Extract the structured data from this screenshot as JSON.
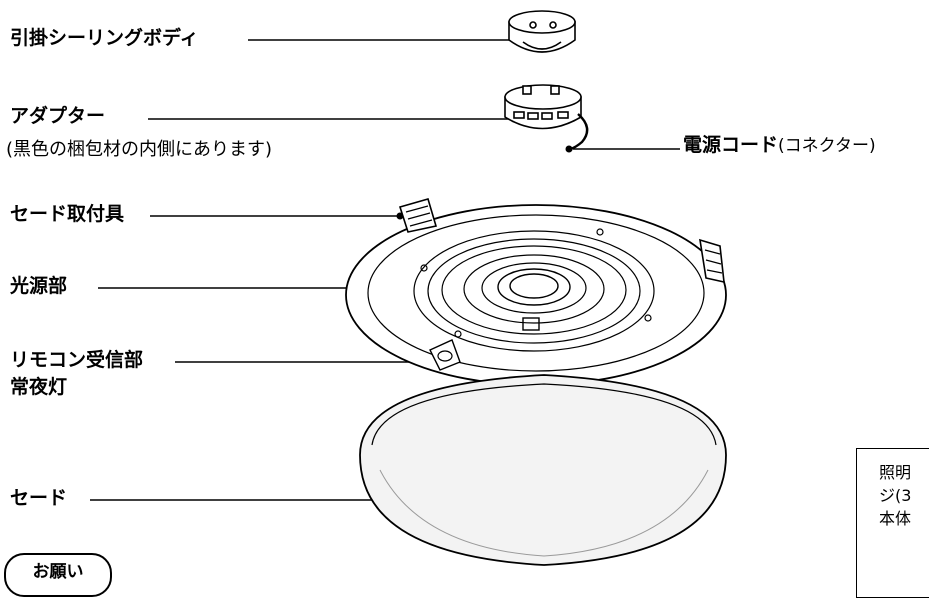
{
  "labels": {
    "ceiling_body": "引掛シーリングボディ",
    "adapter": "アダプター",
    "adapter_note": "(黒色の梱包材の内側にあります)",
    "power_cord": "電源コード",
    "power_cord_note": "(コネクター)",
    "shade_mount": "セード取付具",
    "light_source": "光源部",
    "remote_receiver": "リモコン受信部",
    "night_light": "常夜灯",
    "shade": "セード"
  },
  "note_box": {
    "line1": "照明",
    "line2": "ジ(3",
    "line3": "本体"
  },
  "onegai": "お願い",
  "colors": {
    "line": "#000000",
    "shade_fill": "#f3f3f3",
    "body_fill": "#ffffff"
  }
}
